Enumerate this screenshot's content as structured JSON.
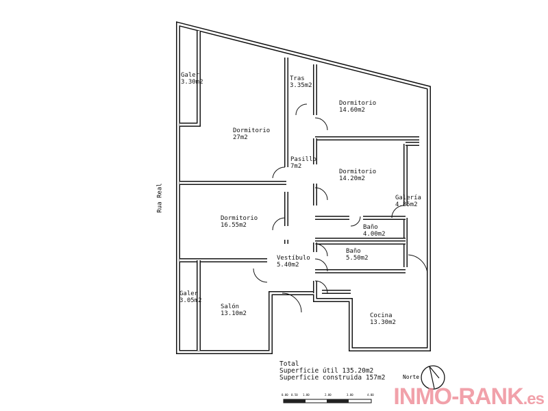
{
  "street_label": "Rua Real",
  "rooms": [
    {
      "name": "Galer",
      "area": "3.30m2"
    },
    {
      "name": "Tras",
      "area": "3.35m2"
    },
    {
      "name": "Dormitorio",
      "area": "14.60m2"
    },
    {
      "name": "Dormitorio",
      "area": "27m2"
    },
    {
      "name": "Pasillo",
      "area": "7m2"
    },
    {
      "name": "Dormitorio",
      "area": "14.20m2"
    },
    {
      "name": "Galería",
      "area": "4.85m2"
    },
    {
      "name": "Dormitorio",
      "area": "16.55m2"
    },
    {
      "name": "Baño",
      "area": "4.00m2"
    },
    {
      "name": "Baño",
      "area": "5.50m2"
    },
    {
      "name": "Vestíbulo",
      "area": "5.40m2"
    },
    {
      "name": "Galer",
      "area": "3.05m2"
    },
    {
      "name": "Salón",
      "area": "13.10m2"
    },
    {
      "name": "Cocina",
      "area": "13.30m2"
    }
  ],
  "totals": {
    "title": "Total",
    "useful": "Superficie útil 135.20m2",
    "built": "Superficie construida 157m2"
  },
  "scale_bar": {
    "ticks": [
      "0.00",
      "0.50",
      "1.00",
      "2.00",
      "3.00",
      "4.00"
    ]
  },
  "compass": {
    "label": "Norte"
  },
  "watermark": {
    "main": "INMO-RANK",
    "suffix": ".es",
    "color": "#ee8a96"
  },
  "colors": {
    "wall": "#111111",
    "background": "#ffffff"
  }
}
